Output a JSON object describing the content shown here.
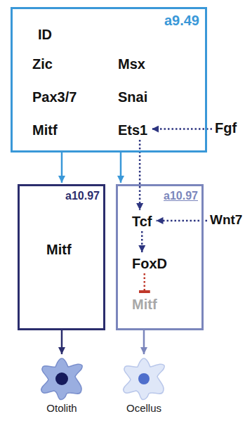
{
  "diagram": {
    "nodes": [
      {
        "text": [
          "a9.49"
        ]
      },
      {
        "text": [
          "ID"
        ],
        "in": 0
      },
      {
        "text": [
          "Zic"
        ],
        "in": 0
      },
      {
        "text": [
          "Pax3/7"
        ],
        "in": 0
      },
      {
        "text": [
          "Mitf"
        ],
        "in": 0
      },
      {
        "text": [
          "Msx"
        ],
        "in": 0
      },
      {
        "text": [
          "Snai"
        ],
        "in": 0
      },
      {
        "text": [
          "Ets1"
        ],
        "in": 0
      },
      {
        "text": [
          "Fgf"
        ]
      },
      {
        "text": [
          "a10.97"
        ]
      },
      {
        "text": [
          "Mitf"
        ],
        "in": 9
      },
      {
        "text": [
          "a10.97"
        ]
      },
      {
        "text": [
          "Tcf"
        ],
        "in": 11
      },
      {
        "text": [
          "FoxD"
        ],
        "in": 11
      },
      {
        "text": [
          "Mitf"
        ],
        "in": 11
      },
      {
        "text": [
          "Wnt7"
        ]
      },
      {
        "text": [
          "Otolith"
        ]
      },
      {
        "text": [
          "Ocellus"
        ]
      }
    ],
    "edges": [
      {
        "from": 8,
        "to": 7,
        "arrow": "to"
      },
      {
        "from": 0,
        "to": 9,
        "arrow": "to"
      },
      {
        "from": 0,
        "to": 11,
        "arrow": "to"
      },
      {
        "from": 7,
        "to": 12,
        "arrow": "to"
      },
      {
        "from": 15,
        "to": 12,
        "arrow": "to"
      },
      {
        "from": 12,
        "to": 13,
        "arrow": "to"
      },
      {
        "from": 13,
        "to": 14,
        "arrow": "to"
      },
      {
        "from": 9,
        "to": 16,
        "arrow": "to"
      },
      {
        "from": 11,
        "to": 17,
        "arrow": "to"
      }
    ]
  }
}
